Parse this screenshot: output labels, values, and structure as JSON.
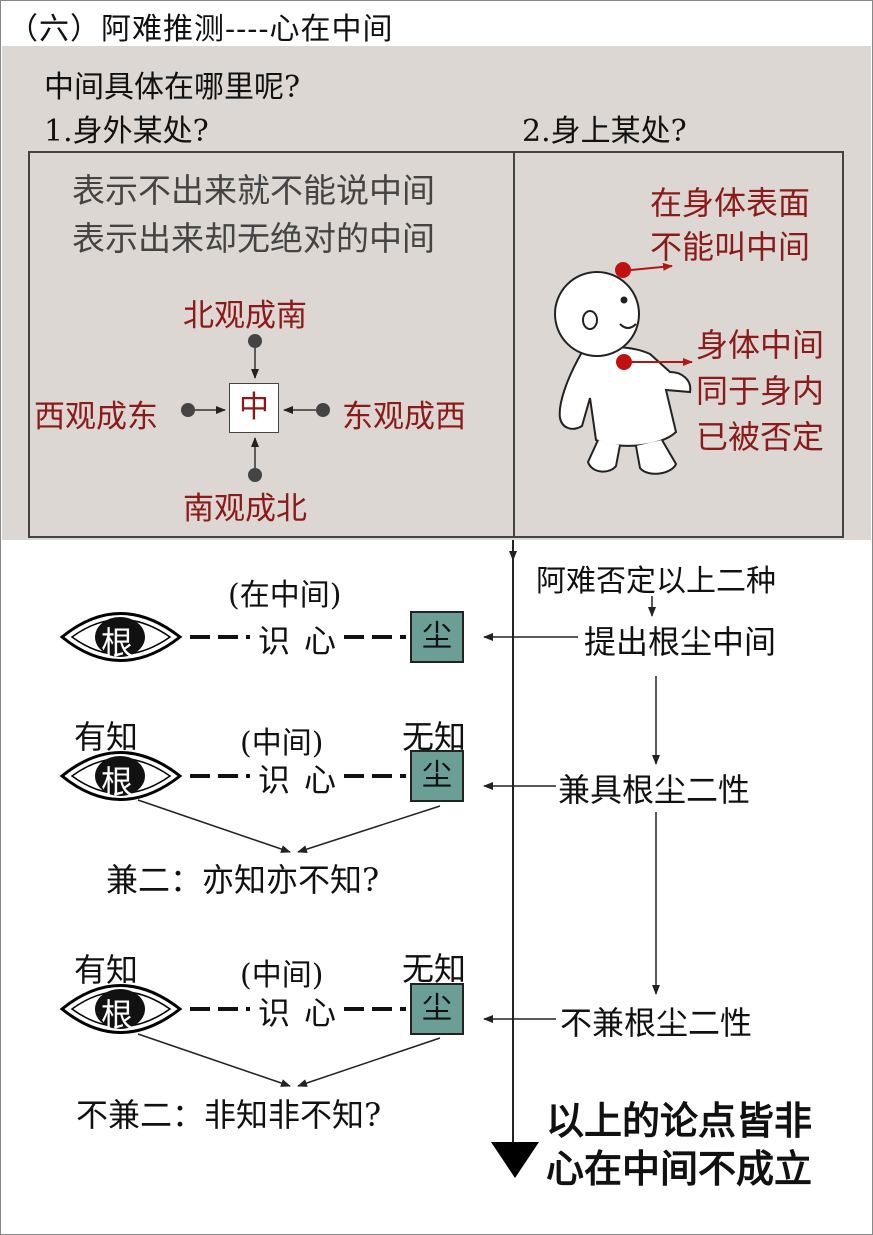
{
  "title": "（六）阿难推测----心在中间",
  "top": {
    "question": "中间具体在哪里呢?",
    "option1": "1.身外某处?",
    "option2": "2.身上某处?",
    "left_line1": "表示不出来就不能说中间",
    "left_line2": "表示出来却无绝对的中间",
    "compass": {
      "north": "北观成南",
      "south": "南观成北",
      "west": "西观成东",
      "east": "东观成西",
      "center": "中"
    },
    "right_label1_line1": "在身体表面",
    "right_label1_line2": "不能叫中间",
    "right_label2_line1": "身体中间",
    "right_label2_line2": "同于身内",
    "right_label2_line3": "已被否定"
  },
  "flow": {
    "step0": "阿难否定以上二种",
    "step1": "提出根尘中间",
    "step2": "兼具根尘二性",
    "step3": "不兼根尘二性",
    "conclusion_line1": "以上的论点皆非",
    "conclusion_line2": "心在中间不成立"
  },
  "row1": {
    "paren": "(在中间)",
    "gen": "根",
    "shi": "识",
    "xin": "心",
    "chen": "尘"
  },
  "row2": {
    "left_top": "有知",
    "paren": "(中间)",
    "right_top": "无知",
    "gen": "根",
    "shi": "识",
    "xin": "心",
    "chen": "尘",
    "question": "兼二：亦知亦不知?"
  },
  "row3": {
    "left_top": "有知",
    "paren": "(中间)",
    "right_top": "无知",
    "gen": "根",
    "shi": "识",
    "xin": "心",
    "chen": "尘",
    "question": "不兼二：非知非不知?"
  },
  "colors": {
    "panel": "#dcd7d2",
    "red": "#8b1a1a",
    "chen": "#6b9e95"
  }
}
